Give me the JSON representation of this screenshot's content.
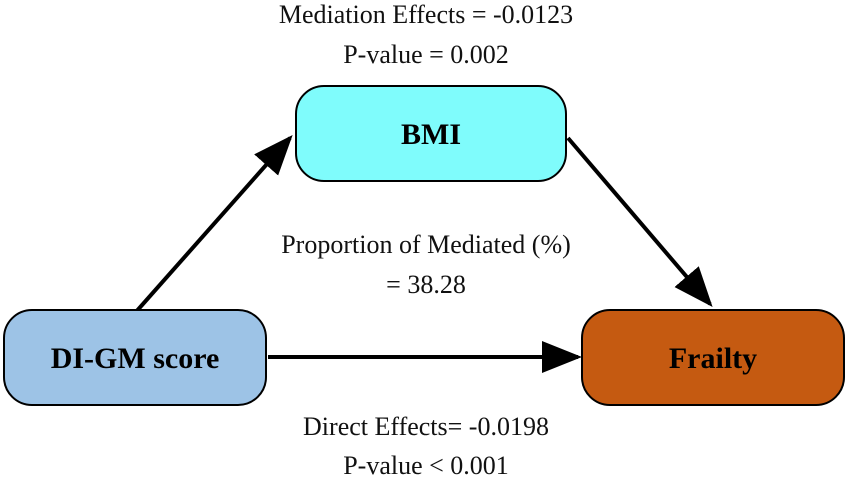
{
  "mediation": {
    "effects_text": "Mediation Effects = -0.0123",
    "pvalue_text": "P-value = 0.002"
  },
  "proportion": {
    "line1": "Proportion of Mediated (%)",
    "line2": "= 38.28"
  },
  "direct": {
    "effects_text": "Direct Effects= -0.0198",
    "pvalue_text": "P-value < 0.001"
  },
  "nodes": {
    "mediator": {
      "label": "BMI",
      "fill": "#7ffcfc"
    },
    "exposure": {
      "label": "DI-GM score",
      "fill": "#9dc3e6"
    },
    "outcome": {
      "label": "Frailty",
      "fill": "#c55a11"
    }
  },
  "colors": {
    "stroke": "#000000",
    "arrow": "#000000"
  }
}
